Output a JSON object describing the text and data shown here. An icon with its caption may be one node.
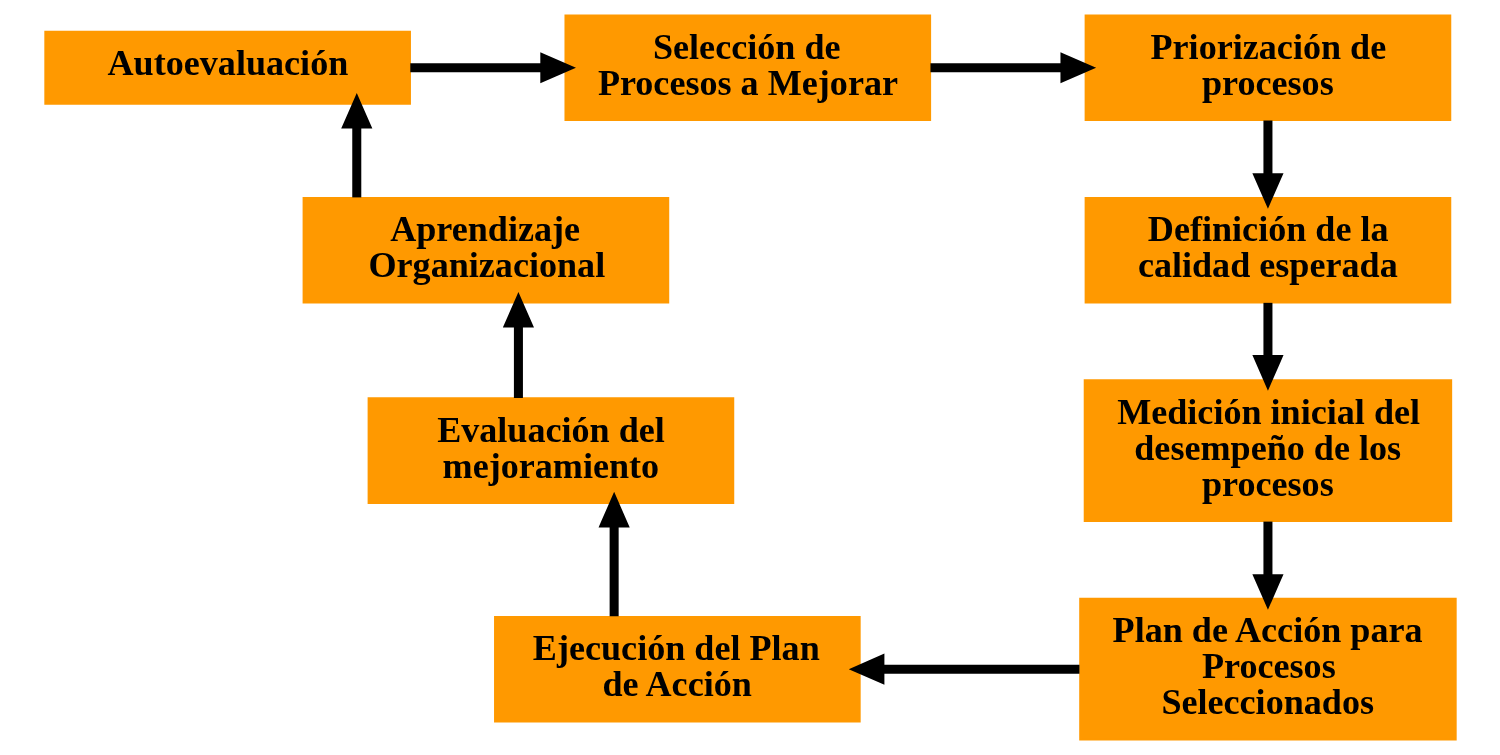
{
  "diagram": {
    "nodes": [
      {
        "text": [
          "Autoevaluación"
        ]
      },
      {
        "text": [
          "Selección de Procesos a Mejorar"
        ]
      },
      {
        "text": [
          "Priorización de procesos"
        ]
      },
      {
        "text": [
          "Definición de la calidad esperada"
        ]
      },
      {
        "text": [
          "Medición inicial del desempeño de los procesos"
        ]
      },
      {
        "text": [
          "Plan de Acción para Procesos Seleccionados"
        ]
      },
      {
        "text": [
          "Ejecución del Plan de Acción"
        ]
      },
      {
        "text": [
          "Evaluación del mejoramiento"
        ]
      },
      {
        "text": [
          "Aprendizaje Organizacional"
        ]
      }
    ],
    "edges": [
      {
        "from": 0,
        "to": 1,
        "arrow": "to"
      },
      {
        "from": 1,
        "to": 2,
        "arrow": "to"
      },
      {
        "from": 2,
        "to": 3,
        "arrow": "to"
      },
      {
        "from": 3,
        "to": 4,
        "arrow": "to"
      },
      {
        "from": 4,
        "to": 5,
        "arrow": "to"
      },
      {
        "from": 5,
        "to": 6,
        "arrow": "to"
      },
      {
        "from": 6,
        "to": 7,
        "arrow": "to"
      },
      {
        "from": 7,
        "to": 8,
        "arrow": "to"
      },
      {
        "from": 8,
        "to": 0,
        "arrow": "to"
      }
    ]
  }
}
